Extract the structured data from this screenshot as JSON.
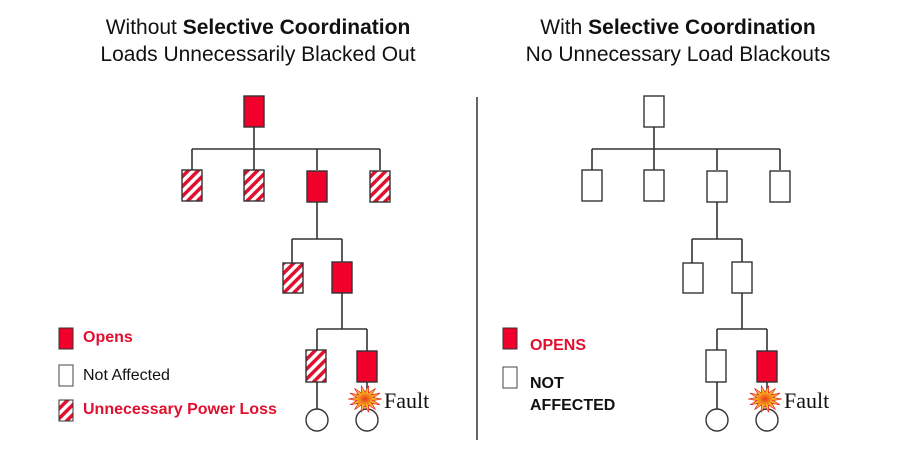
{
  "colors": {
    "opens": "#f0002a",
    "line": "#333333",
    "legend_red_text": "#e0102f"
  },
  "left_panel": {
    "title_prefix": "Without ",
    "title_bold": "Selective Coordination",
    "subtitle": "Loads Unnecessarily Blacked Out",
    "fault_label": "Fault",
    "legend": [
      {
        "state": "opens",
        "label": "Opens"
      },
      {
        "state": "not-affected",
        "label": "Not Affected"
      },
      {
        "state": "unnecessary-loss",
        "label": "Unnecessary Power Loss"
      }
    ],
    "devices": {
      "main": "opens",
      "feeder_1": "unnecessary-loss",
      "feeder_2": "unnecessary-loss",
      "feeder_3": "opens",
      "feeder_4": "unnecessary-loss",
      "sub_1": "unnecessary-loss",
      "sub_2": "opens",
      "branch_1": "unnecessary-loss",
      "branch_2": "opens"
    }
  },
  "right_panel": {
    "title_prefix": "With ",
    "title_bold": "Selective Coordination",
    "subtitle": "No Unnecessary Load Blackouts",
    "fault_label": "Fault",
    "legend": [
      {
        "state": "opens",
        "label": "OPENS"
      },
      {
        "state": "not-affected",
        "label_line1": "NOT",
        "label_line2": "AFFECTED"
      }
    ],
    "devices": {
      "main": "not-affected",
      "feeder_1": "not-affected",
      "feeder_2": "not-affected",
      "feeder_3": "not-affected",
      "feeder_4": "not-affected",
      "sub_1": "not-affected",
      "sub_2": "not-affected",
      "branch_1": "not-affected",
      "branch_2": "opens"
    }
  }
}
